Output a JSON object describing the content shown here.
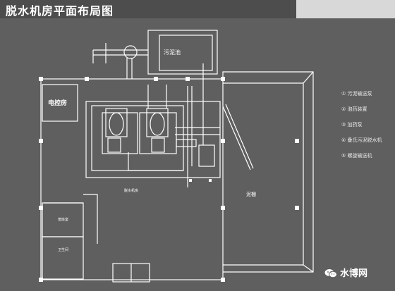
{
  "title": "脱水机房平面布局图",
  "labels": {
    "sludge_tank": "污泥池",
    "control_room": "电控房",
    "shed": "泥棚",
    "main_room": "脱水机房",
    "room_left": "值班室",
    "room_small": "卫生间"
  },
  "legend": [
    "① 污泥输送泵",
    "② 泡药装置",
    "③ 加药泵",
    "④ 叠氏污泥脱水机",
    "⑤ 螺旋输送机"
  ],
  "watermark": "水博网",
  "colors": {
    "background": "#5f5f5f",
    "line": "#ffffff",
    "title_bar": "#4d4d4d"
  },
  "icons": [
    "wechat-icon"
  ]
}
